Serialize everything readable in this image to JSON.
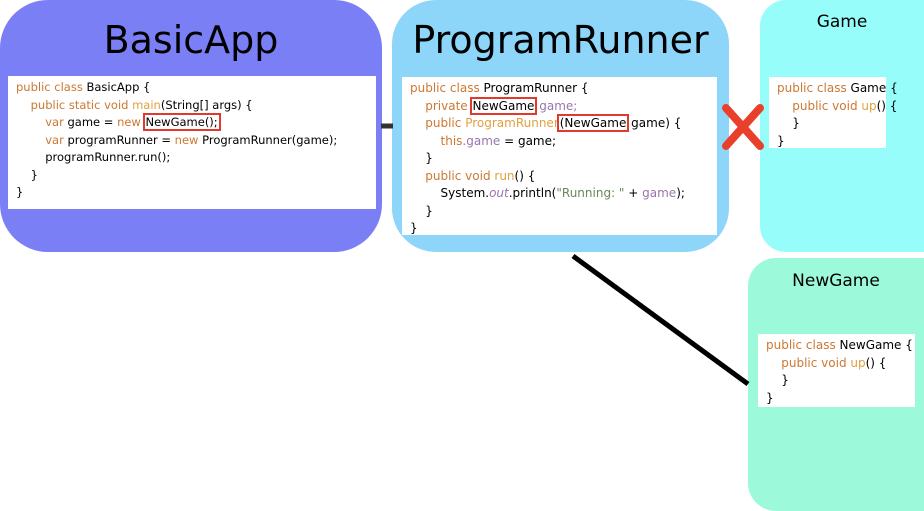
{
  "panels": {
    "basic_app": {
      "title": "BasicApp",
      "lines": [
        [
          [
            "public class ",
            "kw"
          ],
          [
            "BasicApp {",
            ""
          ]
        ],
        [
          [
            "    public static void ",
            "kw"
          ],
          [
            "main",
            "fn"
          ],
          [
            "(String[] args) {",
            ""
          ]
        ],
        [
          [
            "        var ",
            "kw"
          ],
          [
            "game = ",
            ""
          ],
          [
            "new ",
            "kw"
          ],
          [
            "NewGame();",
            "hl"
          ]
        ],
        [
          [
            "        var ",
            "kw"
          ],
          [
            "programRunner = ",
            ""
          ],
          [
            "new ",
            "kw"
          ],
          [
            "ProgramRunner(game);",
            ""
          ]
        ],
        [
          [
            "        programRunner.run();",
            ""
          ]
        ],
        [
          [
            "    }",
            ""
          ]
        ],
        [
          [
            "}",
            ""
          ]
        ]
      ]
    },
    "program_runner": {
      "title": "ProgramRunner",
      "lines": [
        [
          [
            "public class ",
            "kw"
          ],
          [
            "ProgramRunner {",
            ""
          ]
        ],
        [
          [
            "    private ",
            "kw"
          ],
          [
            "NewGame",
            "hl"
          ],
          [
            " game;",
            "fld"
          ]
        ],
        [
          [
            "    public ",
            "kw"
          ],
          [
            "ProgramRunner",
            "fn"
          ],
          [
            "(NewGame",
            "hl"
          ],
          [
            " game) {",
            ""
          ]
        ],
        [
          [
            "        this",
            "kw"
          ],
          [
            ".game",
            "fld"
          ],
          [
            " = game;",
            ""
          ]
        ],
        [
          [
            "    }",
            ""
          ]
        ],
        [
          [
            "    public void ",
            "kw"
          ],
          [
            "run",
            "fn"
          ],
          [
            "() {",
            ""
          ]
        ],
        [
          [
            "        System.",
            ""
          ],
          [
            "out",
            "it"
          ],
          [
            ".println(",
            ""
          ],
          [
            "\"Running: \"",
            "str"
          ],
          [
            " + ",
            ""
          ],
          [
            "game",
            "fld"
          ],
          [
            ");",
            ""
          ]
        ],
        [
          [
            "    }",
            ""
          ]
        ],
        [
          [
            "}",
            ""
          ]
        ]
      ]
    },
    "game": {
      "title": "Game",
      "lines": [
        [
          [
            "public class ",
            "kw"
          ],
          [
            "Game {",
            ""
          ]
        ],
        [
          [
            "    public void ",
            "kw"
          ],
          [
            "up",
            "fn"
          ],
          [
            "() {",
            ""
          ]
        ],
        [
          [
            "    }",
            ""
          ]
        ],
        [
          [
            "}",
            ""
          ]
        ]
      ]
    },
    "new_game": {
      "title": "NewGame",
      "lines": [
        [
          [
            "public class ",
            "kw"
          ],
          [
            "NewGame {",
            ""
          ]
        ],
        [
          [
            "    public void ",
            "kw"
          ],
          [
            "up",
            "fn"
          ],
          [
            "() {",
            ""
          ]
        ],
        [
          [
            "    }",
            ""
          ]
        ],
        [
          [
            "}",
            ""
          ]
        ]
      ]
    }
  },
  "connectors": {
    "basic_to_runner": "solid-dark-dash",
    "runner_to_game": "removed-red-x",
    "runner_to_newgame": "solid-black-line"
  },
  "colors": {
    "basic_app_panel": "#7b7ff5",
    "program_runner_panel": "#8dd6f9",
    "game_panel": "#97fdfb",
    "new_game_panel": "#9cf9d9",
    "highlight_box": "#e03a2e",
    "cross_mark": "#e8402a"
  }
}
